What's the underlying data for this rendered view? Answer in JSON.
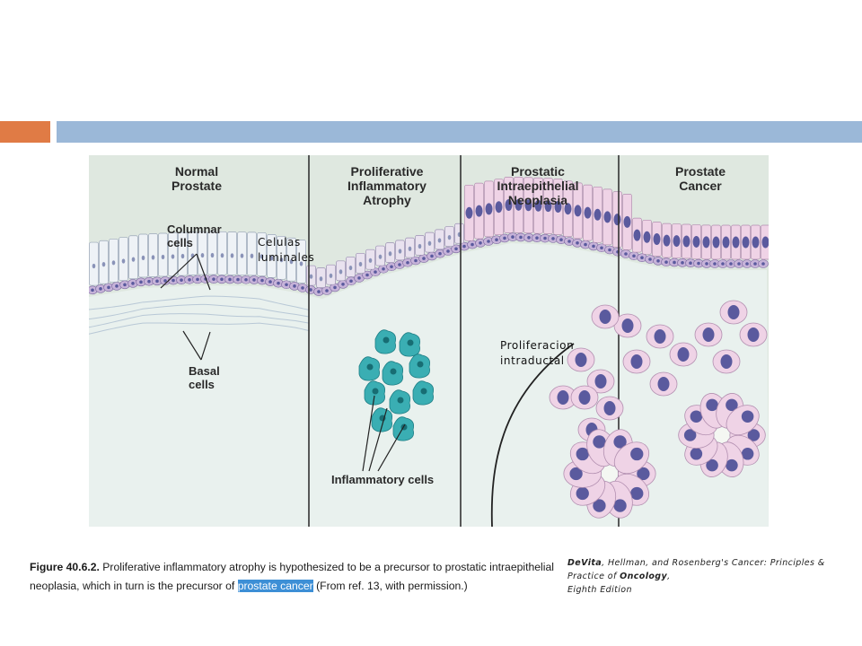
{
  "decor": {
    "accent_orange": "#e07b45",
    "accent_blue": "#9bb8d8"
  },
  "figure": {
    "panels": [
      {
        "title": "Normal\nProstate"
      },
      {
        "title": "Proliferative\nInflammatory\nAtrophy"
      },
      {
        "title": "Prostatic\nIntraepithelial\nNeoplasia"
      },
      {
        "title": "Prostate\nCancer"
      }
    ],
    "labels": {
      "columnar": "Columnar\ncells",
      "basal": "Basal\ncells",
      "inflammatory": "Inflammatory cells"
    },
    "colors": {
      "background": "#dfe8e0",
      "lumen": "#e9f1ee",
      "cell_pink": "#efd3e6",
      "nucleus_purple": "#5a5a9e",
      "inflammatory_teal": "#3aaeb3"
    }
  },
  "overlay_labels": {
    "luminal": "Celulas\nluminales",
    "intraductal": "Proliferacion\nintraductal"
  },
  "caption": {
    "figure_number": "Figure 40.6.2.",
    "text_1": " Proliferative inflammatory atrophy is hypothesized to be a precursor to prostatic intraepithelial neoplasia, which in turn is the precursor of ",
    "highlight": "prostate cancer",
    "text_2": " (From ref. 13, with permission.)"
  },
  "reference": {
    "author": "DeVita",
    "text_1": ", Hellman, and Rosenberg's Cancer: Principles & Practice of ",
    "journal": "Oncology",
    "text_2": ",",
    "edition": "Eighth Edition"
  }
}
